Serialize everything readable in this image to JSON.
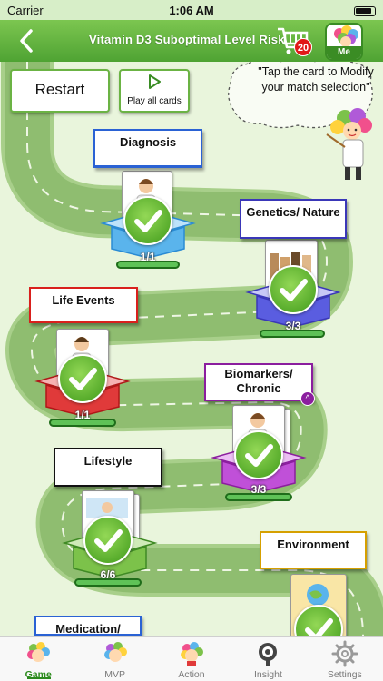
{
  "status_bar": {
    "carrier": "Carrier",
    "time": "1:06 AM"
  },
  "header": {
    "title": "Vitamin D3 Suboptimal Level Risk",
    "cart_count": "20",
    "me_label": "Me"
  },
  "actions": {
    "restart": "Restart",
    "play_all": "Play all cards"
  },
  "hint": {
    "text": "\"Tap the card to Modify your match selection\""
  },
  "stations": [
    {
      "label": "Diagnosis",
      "count": "1/1",
      "color": "#5ab4ec"
    },
    {
      "label": "Genetics/ Nature",
      "count": "3/3",
      "color": "#5a5de0"
    },
    {
      "label": "Life Events",
      "count": "1/1",
      "color": "#e03a3a"
    },
    {
      "label": "Biomarkers/ Chronic",
      "count": "3/3",
      "color": "#c050d8"
    },
    {
      "label": "Lifestyle",
      "count": "6/6",
      "color": "#7cc24a"
    },
    {
      "label": "Environment",
      "count": "",
      "color": "#f0b800"
    },
    {
      "label": "Medication/",
      "count": "",
      "color": "#5ab4ec"
    }
  ],
  "tabs": [
    {
      "label": "Game",
      "icon": "game-icon"
    },
    {
      "label": "MVP",
      "icon": "mvp-icon"
    },
    {
      "label": "Action",
      "icon": "action-icon"
    },
    {
      "label": "Insight",
      "icon": "insight-icon"
    },
    {
      "label": "Settings",
      "icon": "gear-icon"
    }
  ]
}
